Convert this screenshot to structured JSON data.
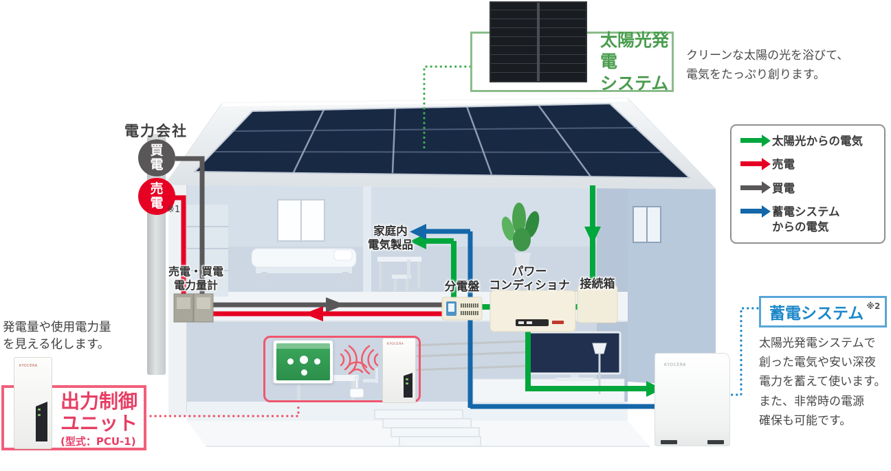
{
  "pv_system": {
    "title_line1": "太陽光発電",
    "title_line2": "システム",
    "desc_line1": "クリーンな太陽の光を浴びて、",
    "desc_line2": "電気をたっぷり創ります。"
  },
  "legend": {
    "items": [
      {
        "label_line1": "太陽光からの電気",
        "label_line2": "",
        "color": "#00a73c"
      },
      {
        "label_line1": "売電",
        "label_line2": "",
        "color": "#e60023"
      },
      {
        "label_line1": "買電",
        "label_line2": "",
        "color": "#595757"
      },
      {
        "label_line1": "蓄電システム",
        "label_line2": "からの電気",
        "color": "#1467a9"
      }
    ]
  },
  "utility": {
    "company": "電力会社",
    "buy_badge": "買電",
    "sell_badge": "売電",
    "note1": "※1",
    "meter_line1": "売電・買電",
    "meter_line2": "電力量計"
  },
  "house": {
    "appliances_line1": "家庭内",
    "appliances_line2": "電気製品",
    "distribution_board": "分電盤",
    "power_conditioner_line1": "パワー",
    "power_conditioner_line2": "コンディショナ",
    "junction_box": "接続箱"
  },
  "output_control": {
    "note_line1": "発電量や使用電力量",
    "note_line2": "を見える化します。",
    "title_line1": "出力制御",
    "title_line2": "ユニット",
    "model": "(型式：PCU-1)"
  },
  "storage": {
    "title": "蓄電システム",
    "note": "※2",
    "desc": [
      "太陽光発電システムで",
      "創った電気や安い深夜",
      "電力を蓄えて使います。",
      "また、非常時の電源",
      "確保も可能です。"
    ]
  },
  "brand": "KYOCERA",
  "colors": {
    "pv_green_text": "#4a9d4e",
    "pv_green_border": "#8abc8a",
    "storage_blue_text": "#1b87c9",
    "storage_blue_border": "#58a5d8",
    "control_red_text": "#e73e64",
    "control_red_border": "#f25f7a",
    "arrow_solar": "#00a73c",
    "arrow_sell": "#e60023",
    "arrow_buy": "#595757",
    "arrow_storage": "#1467a9"
  }
}
